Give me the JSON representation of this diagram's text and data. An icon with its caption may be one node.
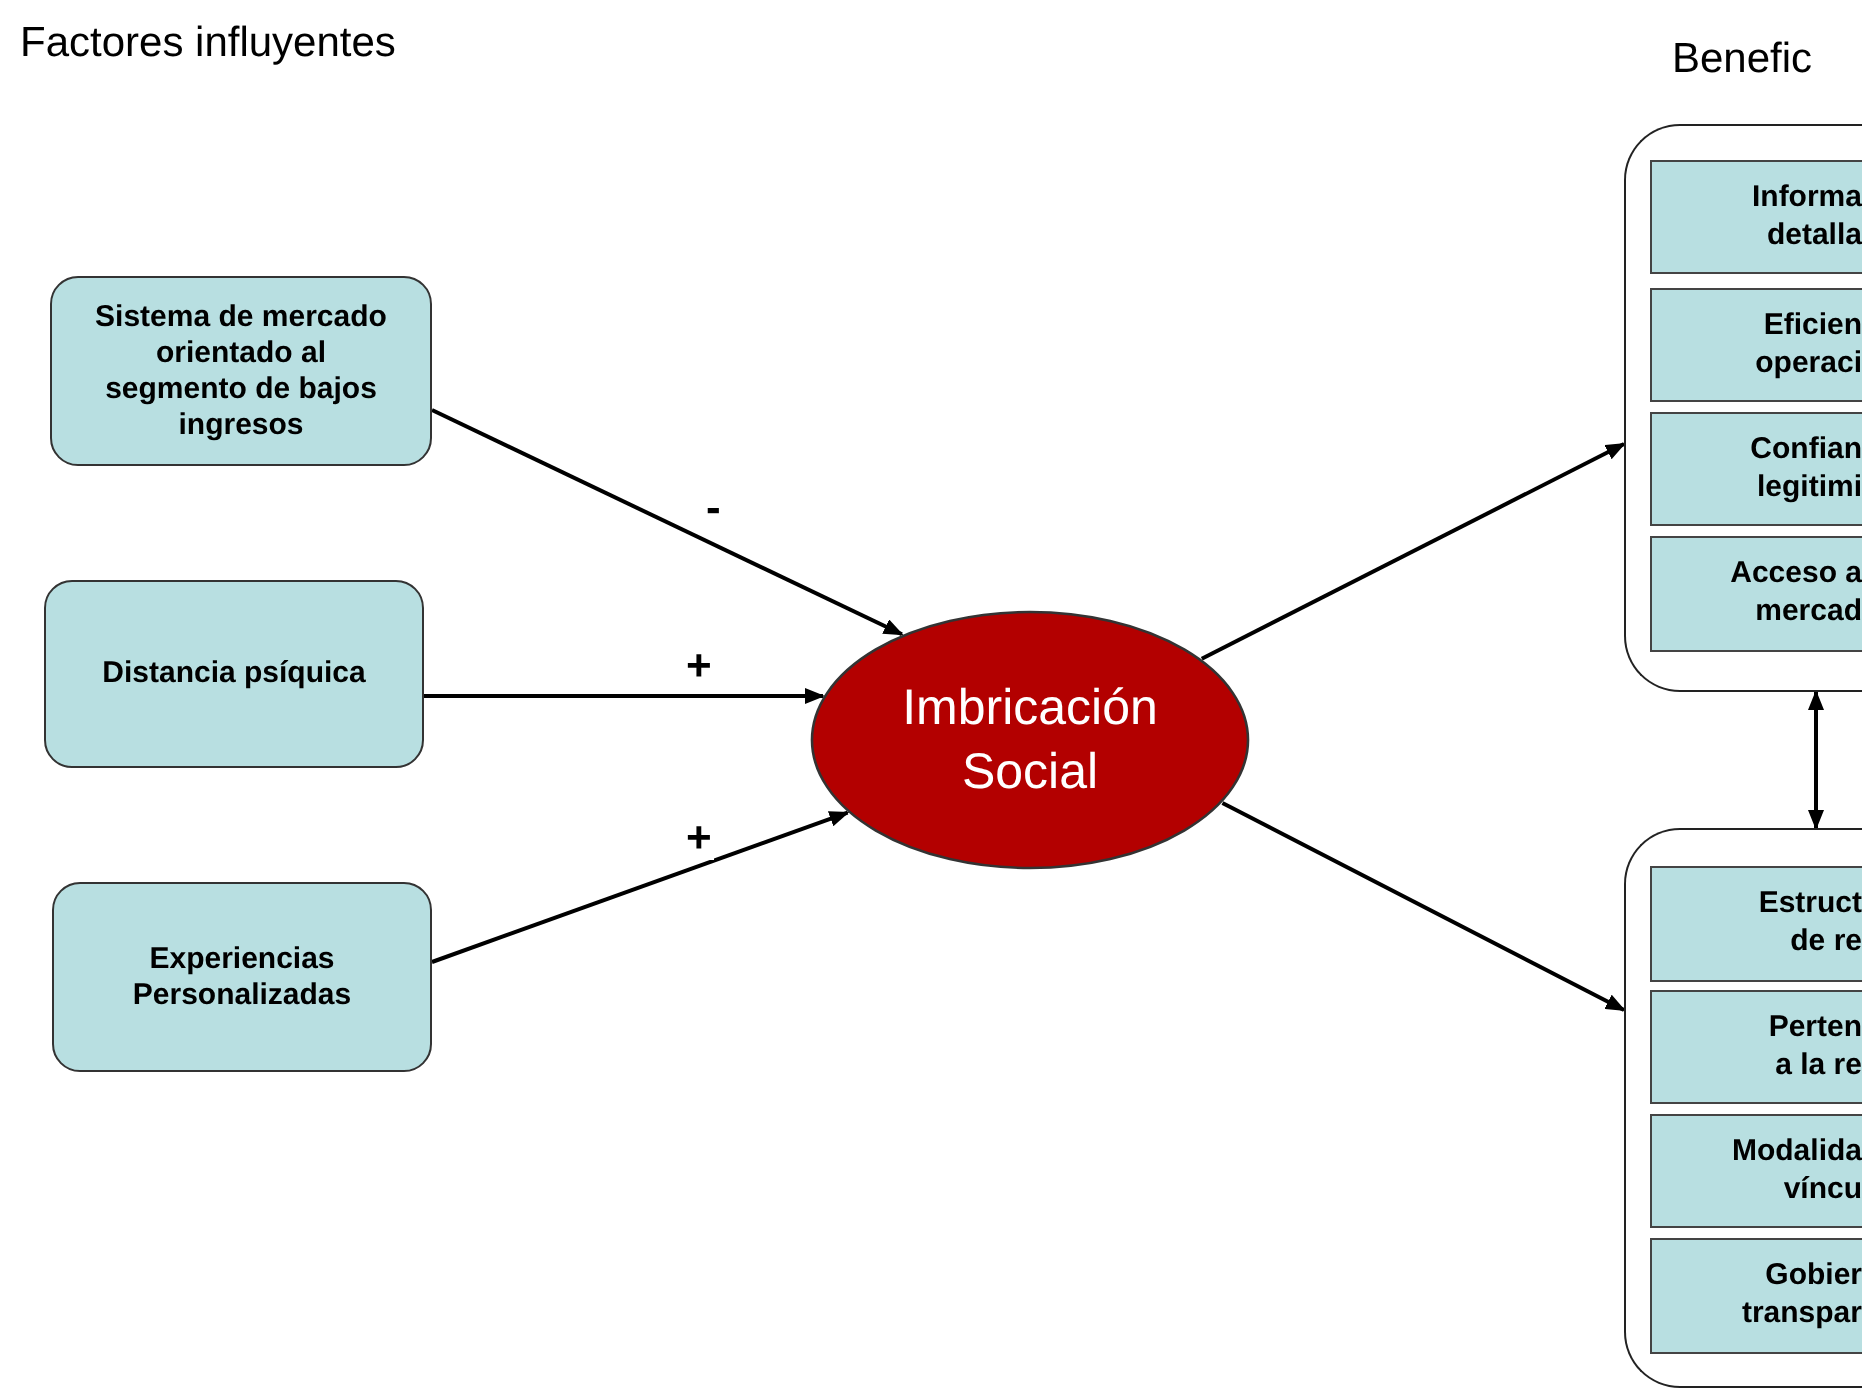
{
  "diagram": {
    "nodes": [
      {
        "text": [
          "Sistema de mercado orientado al segmento de bajos ingresos"
        ]
      },
      {
        "text": [
          "Distancia psíquica"
        ]
      },
      {
        "text": [
          "Experiencias Personalizadas"
        ]
      },
      {
        "text": [
          "Imbricación Social"
        ]
      },
      {
        "text": [],
        "shape": "box"
      },
      {
        "text": [
          "Informa detalla"
        ],
        "in": 4
      },
      {
        "text": [
          "Eficien operaci"
        ],
        "in": 4
      },
      {
        "text": [
          "Confian legitimi"
        ],
        "in": 4
      },
      {
        "text": [
          "Acceso a mercad"
        ],
        "in": 4
      },
      {
        "text": [],
        "shape": "box"
      },
      {
        "text": [
          "Estruct de re"
        ],
        "in": 9
      },
      {
        "text": [
          "Perten a la re"
        ],
        "in": 9
      },
      {
        "text": [
          "Modalida víncu"
        ],
        "in": 9
      },
      {
        "text": [
          "Gobier transpar"
        ],
        "in": 9
      }
    ],
    "edges": [
      {
        "from": 0,
        "to": 3,
        "arrow": "to",
        "label": "-"
      },
      {
        "from": 1,
        "to": 3,
        "arrow": "to",
        "label": "+"
      },
      {
        "from": 2,
        "to": 3,
        "arrow": "to",
        "label": "+"
      },
      {
        "from": 3,
        "to": 4,
        "arrow": "to"
      },
      {
        "from": 3,
        "to": 9,
        "arrow": "to"
      },
      {
        "from": 4,
        "to": 9,
        "arrow": "both"
      }
    ],
    "labels": [
      "Factores influyentes",
      "Benefic"
    ]
  }
}
